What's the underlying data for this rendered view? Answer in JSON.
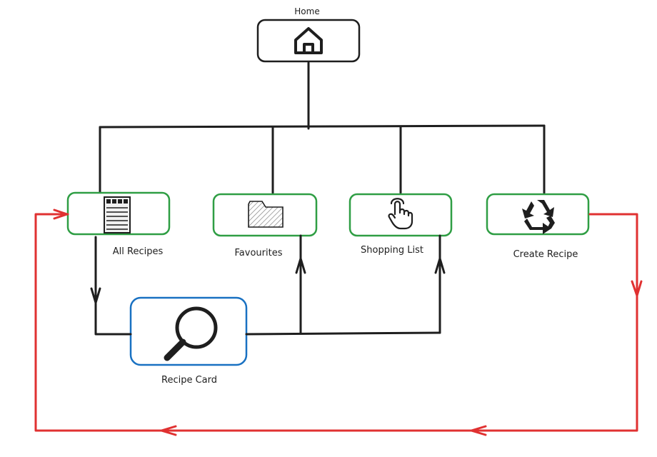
{
  "diagram": {
    "home": {
      "label": "Home",
      "icon": "home-icon"
    },
    "pages": [
      {
        "id": "all-recipes",
        "label": "All Recipes",
        "icon": "document-list-icon"
      },
      {
        "id": "favourites",
        "label": "Favourites",
        "icon": "folder-icon"
      },
      {
        "id": "shopping-list",
        "label": "Shopping List",
        "icon": "pointer-hand-icon"
      },
      {
        "id": "create-recipe",
        "label": "Create Recipe",
        "icon": "recycle-icon"
      }
    ],
    "detail": {
      "label": "Recipe Card",
      "icon": "magnifier-icon"
    }
  },
  "colors": {
    "ink": "#1e1e1e",
    "page_border": "#2f9e44",
    "detail_border": "#1971c2",
    "loop_arrow": "#e03131"
  }
}
